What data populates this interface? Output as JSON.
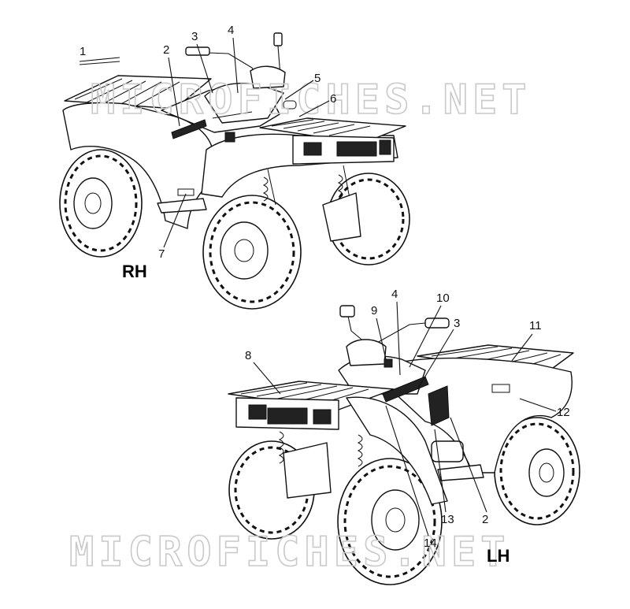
{
  "views": {
    "right": {
      "label": "RH"
    },
    "left": {
      "label": "LH"
    }
  },
  "watermark": "MICROFICHES.NET",
  "callouts": {
    "rh": [
      "1",
      "2",
      "3",
      "4",
      "5",
      "6",
      "7"
    ],
    "lh": [
      "8",
      "9",
      "4",
      "10",
      "3",
      "11",
      "12",
      "13",
      "2",
      "14"
    ]
  }
}
